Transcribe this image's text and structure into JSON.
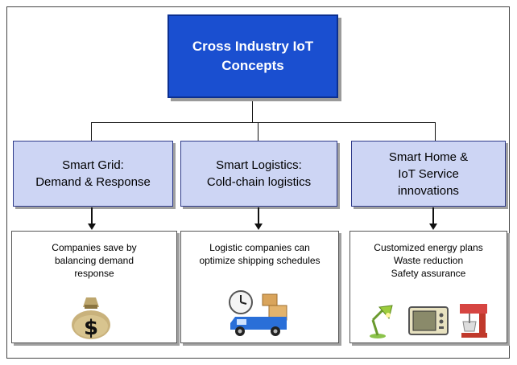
{
  "root": {
    "line1": "Cross Industry IoT",
    "line2": "Concepts"
  },
  "categories": [
    {
      "line1": "Smart Grid:",
      "line2": "Demand & Response"
    },
    {
      "line1": "Smart Logistics:",
      "line2": "Cold-chain logistics"
    },
    {
      "line1": "Smart Home &",
      "line2": "IoT Service",
      "line3": "innovations"
    }
  ],
  "details": [
    {
      "lines": [
        "Companies save by",
        "balancing demand",
        "response"
      ],
      "icon": "money-bag-icon"
    },
    {
      "lines": [
        "Logistic companies can",
        "optimize shipping schedules"
      ],
      "icon": "delivery-truck-clock-icon"
    },
    {
      "lines": [
        "Customized energy plans",
        "Waste reduction",
        "Safety assurance"
      ],
      "icons": [
        "desk-lamp-icon",
        "microwave-icon",
        "stand-mixer-icon"
      ]
    }
  ],
  "colors": {
    "root_fill": "#1a4fd0",
    "category_fill": "#cdd5f4"
  }
}
